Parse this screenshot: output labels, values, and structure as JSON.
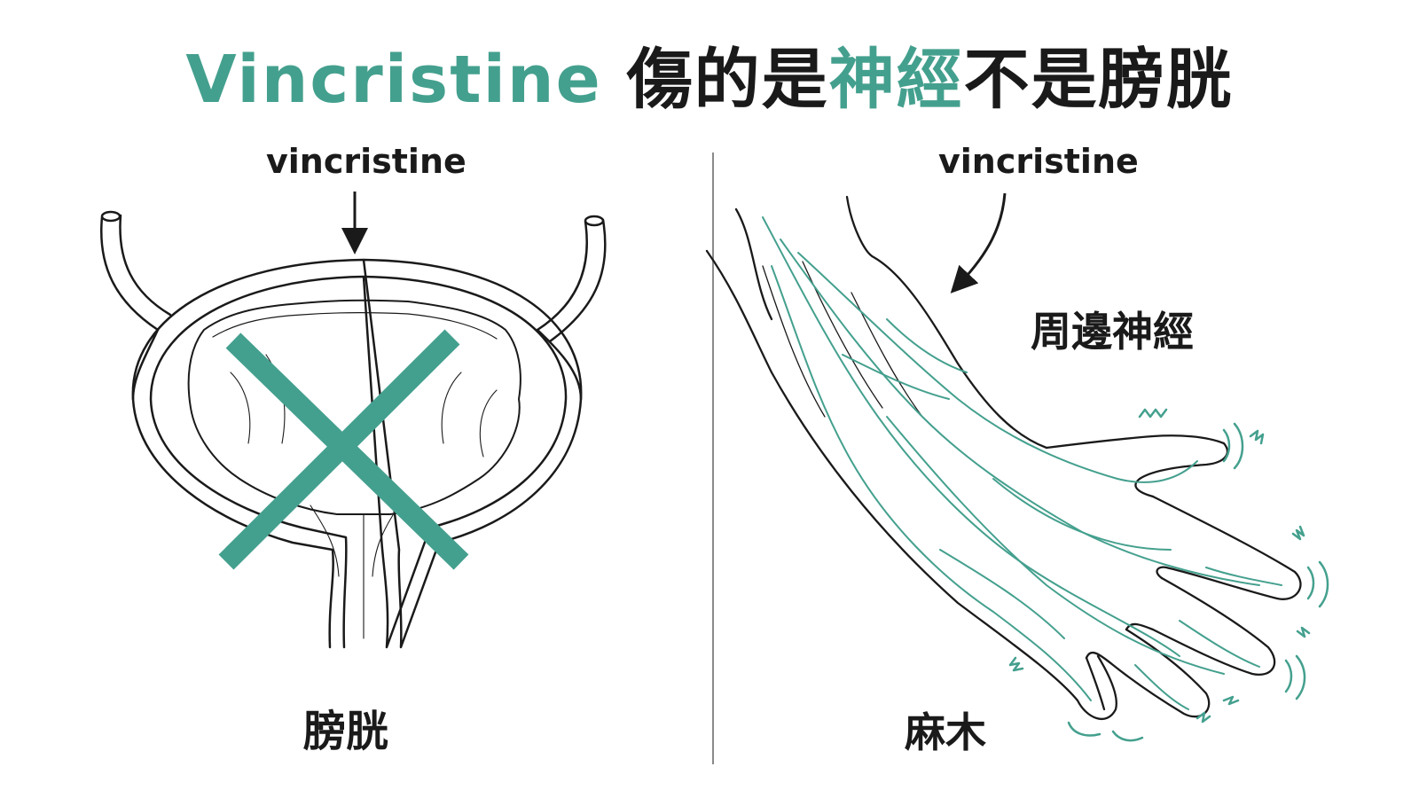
{
  "title": {
    "part1": "Vincristine",
    "part2": " 傷的是",
    "part3": "神經",
    "part4": "不是膀胱"
  },
  "left": {
    "drug_label": "vincristine",
    "organ_label": "膀胱"
  },
  "right": {
    "drug_label": "vincristine",
    "nerve_label": "周邊神經",
    "symptom_label": "麻木"
  },
  "colors": {
    "accent": "#44a08e",
    "ink": "#1a1a1a",
    "divider": "#8a8a8a"
  },
  "icons": {
    "cross": "x-mark-icon",
    "tingle": "tingling-zigzag-icon"
  }
}
